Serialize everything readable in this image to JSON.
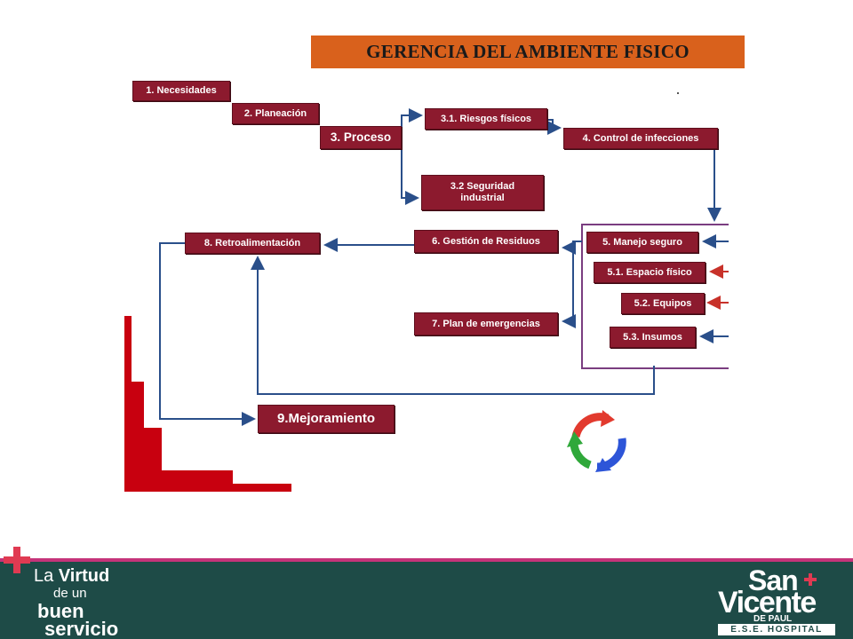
{
  "title": "GERENCIA DEL AMBIENTE FISICO",
  "boxes": {
    "b1": "1. Necesidades",
    "b2": "2. Planeación",
    "b3": "3. Proceso",
    "b31": "3.1. Riesgos físicos",
    "b32": "3.2 Seguridad industrial",
    "b4": "4. Control de infecciones",
    "b5": "5. Manejo seguro",
    "b51": "5.1. Espacio físico",
    "b52": "5.2. Equipos",
    "b53": "5.3. Insumos",
    "b6": "6. Gestión de Residuos",
    "b7": "7. Plan de emergencias",
    "b8": "8. Retroalimentación",
    "b9": "9.Mejoramiento"
  },
  "footer": {
    "slogan_la": "La",
    "slogan_virtud": "Virtud",
    "slogan_deun": "de un",
    "slogan_buen": "buen",
    "slogan_servicio": "servicio",
    "logo_san": "San",
    "logo_vicente": "Vicente",
    "logo_depaul": "DE PAUL",
    "logo_ese": "E.S.E. HOSPITAL"
  },
  "colors": {
    "box": "#8c1a2e",
    "title_bar": "#d9611c",
    "arrow_blue": "#2a4f8a",
    "arrow_red": "#c8322a",
    "frame_purple": "#7a3d80",
    "footer": "#1e4b47",
    "footer_line": "#c5347a",
    "stairs": "#c8000f"
  }
}
